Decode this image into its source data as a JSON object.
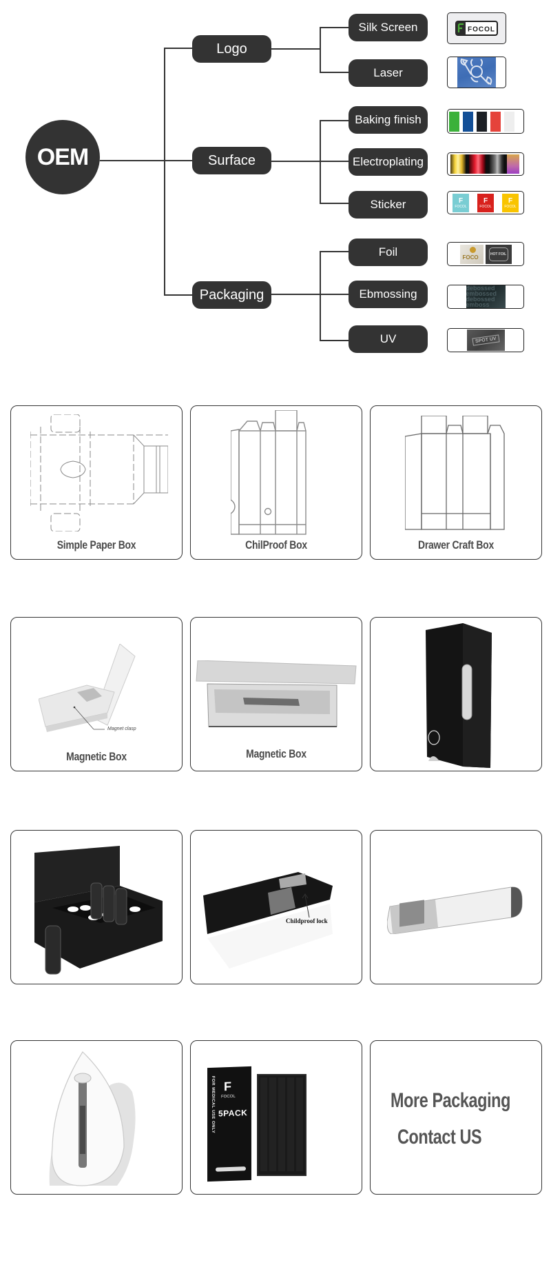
{
  "diagram": {
    "root": {
      "label": "OEM"
    },
    "branches": [
      {
        "label": "Logo",
        "children": [
          {
            "label": "Silk Screen",
            "thumbnail": "focol-logo-silkscreen-image"
          },
          {
            "label": "Laser",
            "thumbnail": "laser-engraved-viking-image"
          }
        ]
      },
      {
        "label": "Surface",
        "children": [
          {
            "label": "Baking finish",
            "thumbnail": "color-swatches-image",
            "swatches": [
              "#3bb13a",
              "#134f97",
              "#1c1f24",
              "#e5433b",
              "#eeeeee"
            ]
          },
          {
            "label": "Electroplating",
            "thumbnail": "metallic-swatches-image",
            "swatches": [
              "#e8c33a",
              "#111111",
              "#c8102e",
              "#111111",
              "#555555",
              "#b14fc2"
            ]
          },
          {
            "label": "Sticker",
            "thumbnail": "focol-stickers-image",
            "sticker_colors": [
              "#79cdd3",
              "#d8211d",
              "#f9c400"
            ],
            "sticker_text": "FOCOL"
          }
        ]
      },
      {
        "label": "Packaging",
        "children": [
          {
            "label": "Foil",
            "thumbnail": "hot-foil-samples-image"
          },
          {
            "label": "Ebmossing",
            "thumbnail": "embossed-debossed-image"
          },
          {
            "label": "UV",
            "thumbnail": "spot-uv-sample-image"
          }
        ]
      }
    ],
    "colors": {
      "node_bg": "#333333",
      "node_text": "#ffffff",
      "line": "#333333"
    }
  },
  "gallery": {
    "cards": [
      {
        "label": "Simple Paper  Box",
        "image": "simple-paper-box-dieline"
      },
      {
        "label": "ChilProof Box",
        "image": "childproof-box-dieline"
      },
      {
        "label": "Drawer Craft Box",
        "image": "drawer-craft-box-dieline"
      },
      {
        "label": "Magnetic Box",
        "image": "magnetic-box-white-photo",
        "annotation": "Magnet clasp"
      },
      {
        "label": "Magnetic Box",
        "image": "magnetic-box-grey-photo"
      },
      {
        "label": "",
        "image": "black-tube-box-photo"
      },
      {
        "label": "",
        "image": "display-box-photo"
      },
      {
        "label": "",
        "image": "childproof-slide-box-photo",
        "annotation": "Childproof lock"
      },
      {
        "label": "",
        "image": "cartridge-tube-photo"
      },
      {
        "label": "",
        "image": "clamshell-blister-photo"
      },
      {
        "label": "",
        "image": "spack-box-photo",
        "box_brand": "FOCOL",
        "box_title": "5PACK",
        "box_side_text": "FOR MEDICAL USE ONLY"
      },
      {
        "label": "",
        "image": "more-packaging-text",
        "lines": [
          "More Packaging",
          "Contact  US"
        ]
      }
    ]
  }
}
